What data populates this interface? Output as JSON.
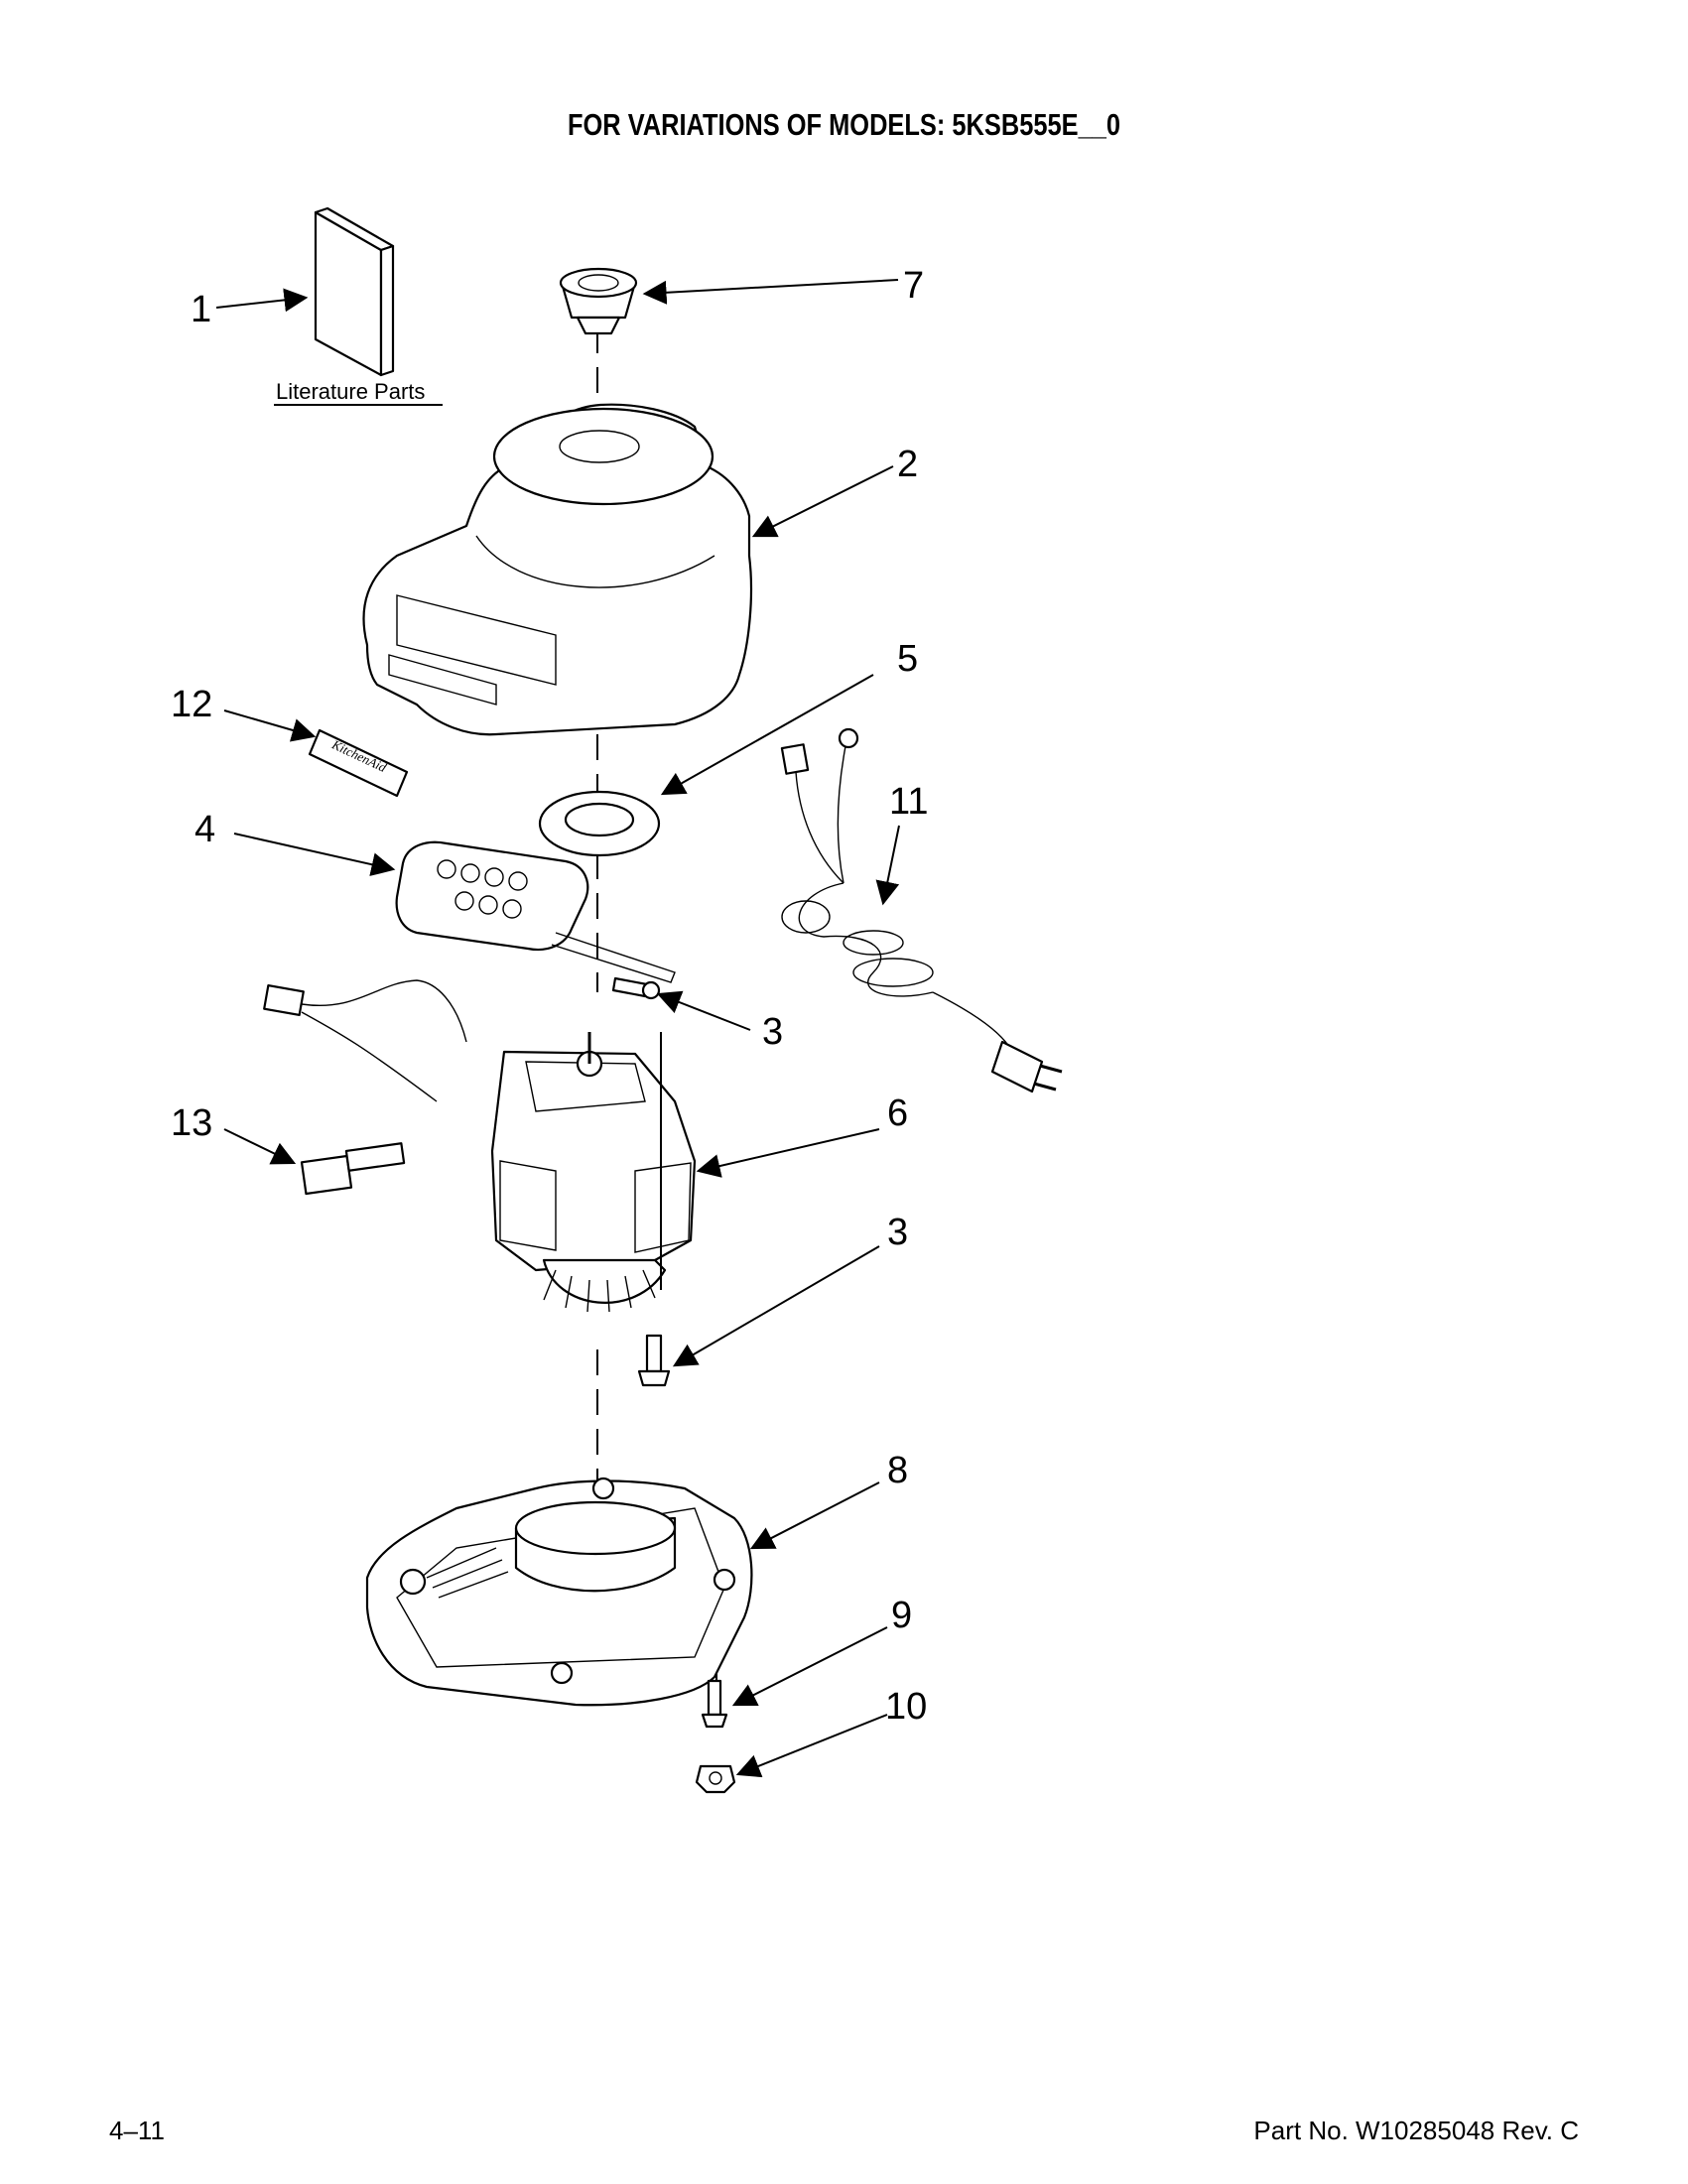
{
  "header": {
    "title": "FOR VARIATIONS OF MODELS: 5KSB555E__0"
  },
  "literature": {
    "label": "Literature Parts"
  },
  "callouts": [
    "1",
    "7",
    "2",
    "5",
    "12",
    "11",
    "4",
    "3",
    "13",
    "6",
    "3",
    "8",
    "9",
    "10"
  ],
  "footer": {
    "page": "4–11",
    "part_no": "Part No. W10285048 Rev. C"
  }
}
